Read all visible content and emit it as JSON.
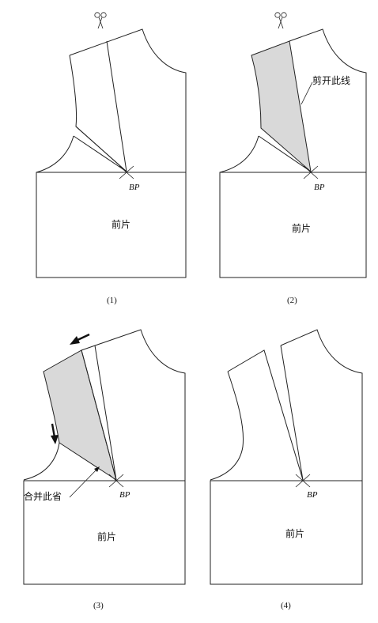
{
  "labels": {
    "bp": "BP",
    "front_piece": "前片",
    "cut_line": "剪开此线",
    "close_dart": "合并此省"
  },
  "captions": [
    "(1)",
    "(2)",
    "(3)",
    "(4)"
  ],
  "colors": {
    "stroke": "#222222",
    "dart_fill": "#d9d9d9",
    "background": "#ffffff"
  },
  "icons": [
    "scissors-icon"
  ]
}
